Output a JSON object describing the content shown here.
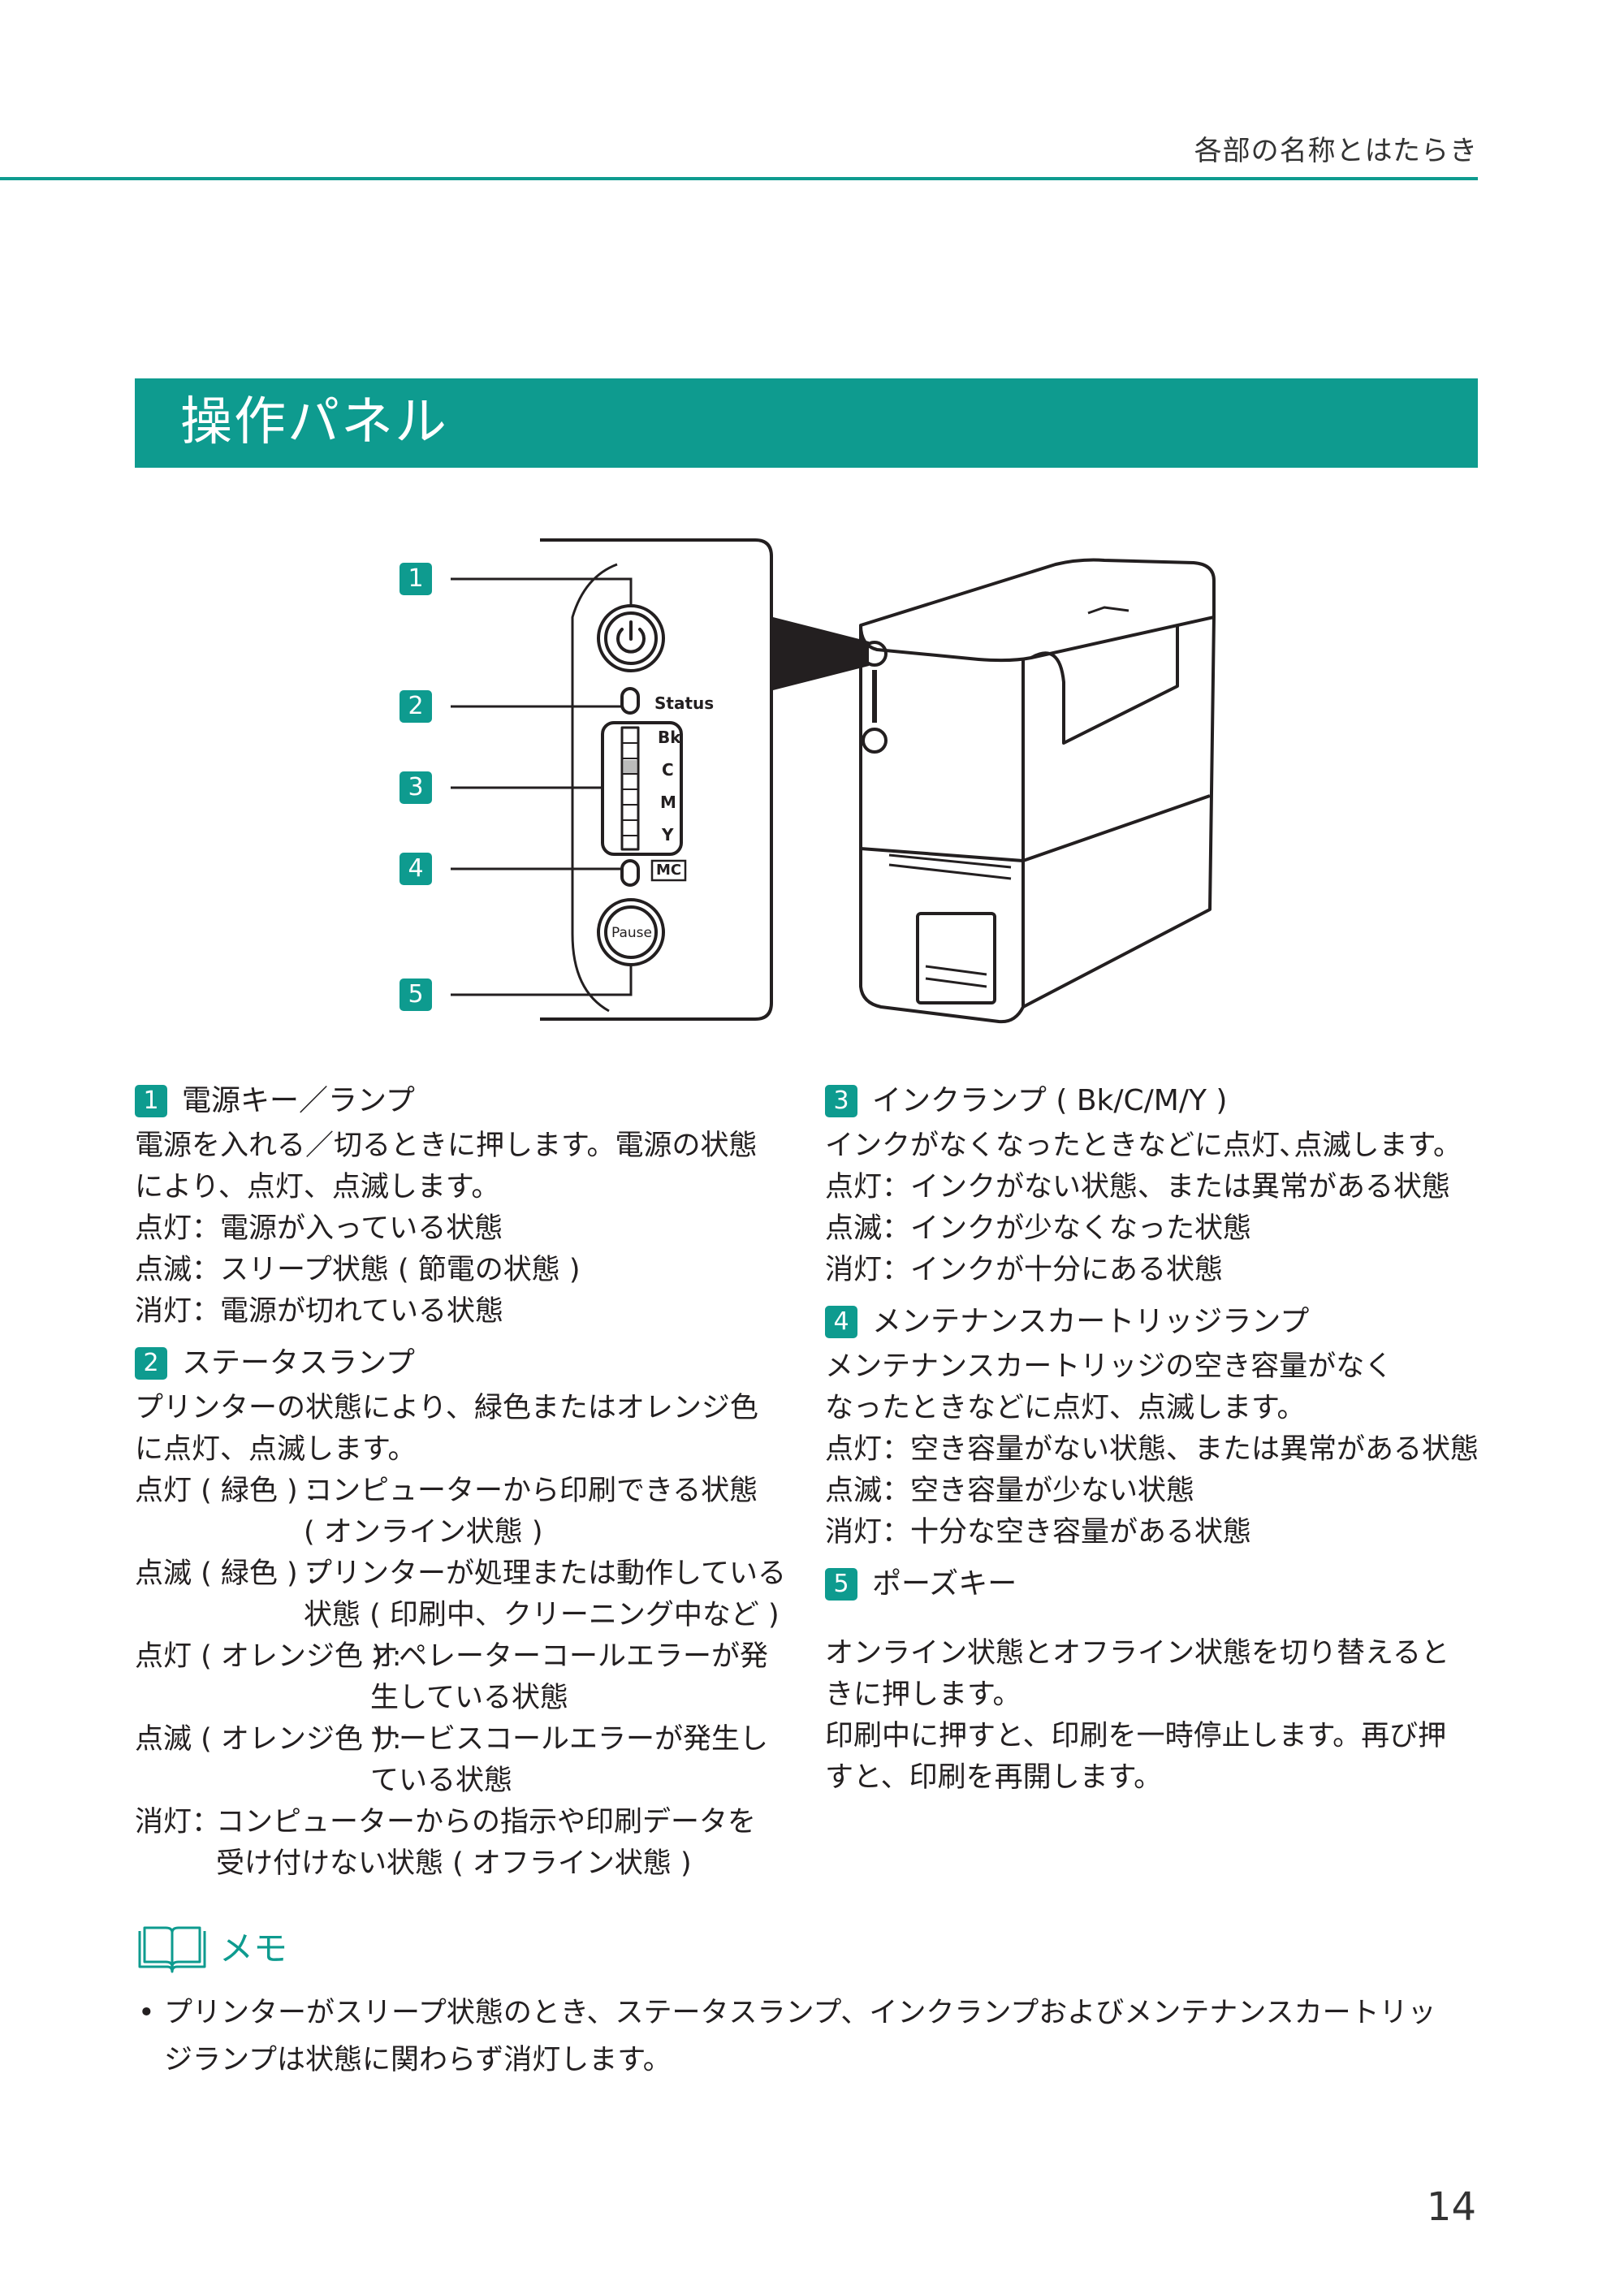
{
  "header": {
    "section_title": "各部の名称とはたらき"
  },
  "banner": {
    "title": "操作パネル"
  },
  "diagram": {
    "callouts": [
      "1",
      "2",
      "3",
      "4",
      "5"
    ],
    "panel_labels": {
      "status": "Status",
      "bk": "Bk",
      "c": "C",
      "m": "M",
      "y": "Y",
      "mc": "MC",
      "pause": "Pause"
    }
  },
  "left_column": {
    "s1": {
      "num": "1",
      "heading": "電源キー／ランプ",
      "lines": [
        "電源を入れる／切るときに押します。電源の状態",
        "により、点灯、点滅します。",
        "点灯：電源が入っている状態",
        "点滅：スリープ状態 ( 節電の状態 )",
        "消灯：電源が切れている状態"
      ]
    },
    "s2": {
      "num": "2",
      "heading": "ステータスランプ",
      "lines": [
        "プリンターの状態により、緑色またはオレンジ色",
        "に点灯、点滅します。"
      ],
      "items": [
        {
          "label": "点灯 ( 緑色 ) :",
          "text": [
            "コンピューターから印刷できる状態",
            "( オンライン状態 )"
          ]
        },
        {
          "label": "点滅 ( 緑色 ) :",
          "text": [
            "プリンターが処理または動作している",
            "状態 ( 印刷中、クリーニング中など )"
          ]
        },
        {
          "label": "点灯 ( オレンジ色 ) :",
          "text": [
            "オペレーターコールエラーが発",
            "生している状態"
          ]
        },
        {
          "label": "点滅 ( オレンジ色 ) :",
          "text": [
            "サービスコールエラーが発生し",
            "ている状態"
          ]
        },
        {
          "label": "消灯：",
          "text": [
            "コンピューターからの指示や印刷データを",
            "受け付けない状態 ( オフライン状態 )"
          ]
        }
      ]
    }
  },
  "right_column": {
    "s3": {
      "num": "3",
      "heading": "インクランプ ( Bk/C/M/Y )",
      "lines": [
        "インクがなくなったときなどに点灯､点滅します。",
        "点灯：インクがない状態、または異常がある状態",
        "点滅：インクが少なくなった状態",
        "消灯：インクが十分にある状態"
      ]
    },
    "s4": {
      "num": "4",
      "heading": "メンテナンスカートリッジランプ",
      "lines": [
        "メンテナンスカートリッジの空き容量がなく",
        "なったときなどに点灯、点滅します。",
        "点灯：空き容量がない状態、または異常がある状態",
        "点滅：空き容量が少ない状態",
        "消灯：十分な空き容量がある状態"
      ]
    },
    "s5": {
      "num": "5",
      "heading": "ポーズキー",
      "lines": [
        "オンライン状態とオフライン状態を切り替えると",
        "きに押します。",
        "印刷中に押すと、印刷を一時停止します。再び押",
        "すと、印刷を再開します。"
      ]
    }
  },
  "memo": {
    "title": "メモ",
    "bullet": "•",
    "lines": [
      "プリンターがスリープ状態のとき、ステータスランプ、インクランプおよびメンテナンスカートリッ",
      "ジランプは状態に関わらず消灯します。"
    ]
  },
  "page_number": "14",
  "colors": {
    "accent": "#0e9b8f",
    "text": "#231f20"
  }
}
